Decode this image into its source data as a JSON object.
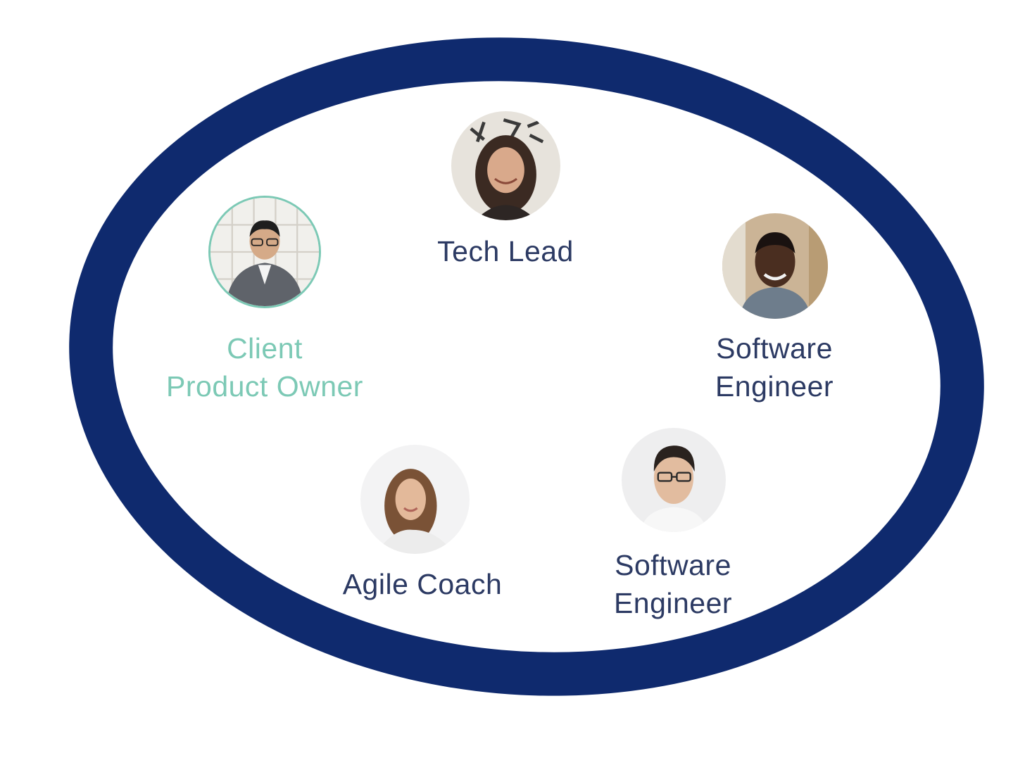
{
  "diagram": {
    "ring_color": "#0f2a6e",
    "members": [
      {
        "id": "tech-lead",
        "label_lines": [
          "Tech Lead"
        ],
        "color": "#2c3a63"
      },
      {
        "id": "client-product-owner",
        "label_lines": [
          "Client",
          "Product Owner"
        ],
        "color": "#7cc9b5"
      },
      {
        "id": "software-engineer-1",
        "label_lines": [
          "Software",
          "Engineer"
        ],
        "color": "#2c3a63"
      },
      {
        "id": "agile-coach",
        "label_lines": [
          "Agile Coach"
        ],
        "color": "#2c3a63"
      },
      {
        "id": "software-engineer-2",
        "label_lines": [
          "Software",
          "Engineer"
        ],
        "color": "#2c3a63"
      }
    ]
  }
}
